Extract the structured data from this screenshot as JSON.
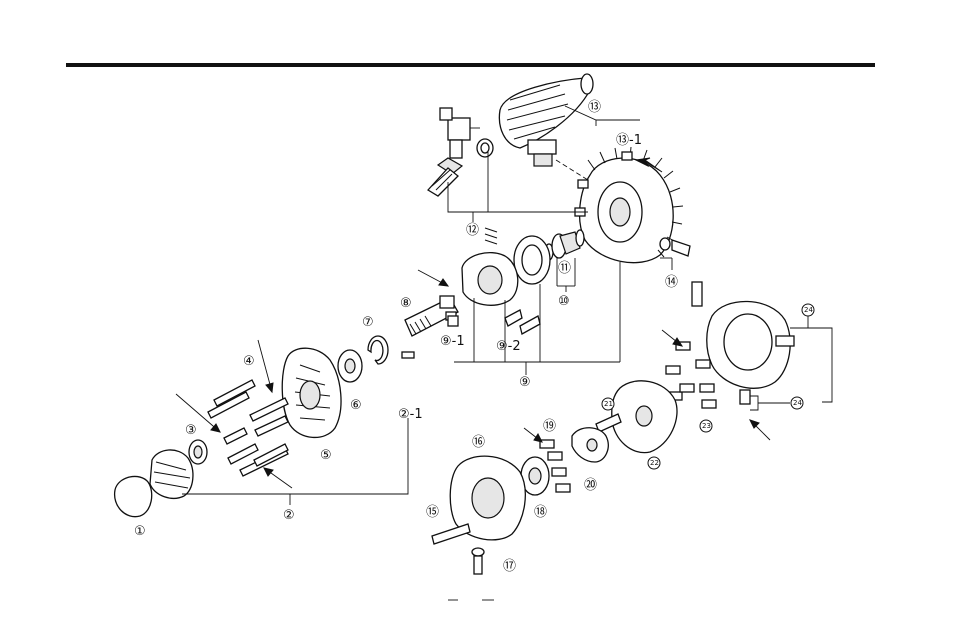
{
  "callouts": {
    "c1": "①",
    "c2": "②",
    "c2_1": "②-1",
    "c3": "③",
    "c4": "④",
    "c5": "⑤",
    "c6": "⑥",
    "c7": "⑦",
    "c8": "⑧",
    "c9": "⑨",
    "c9_1": "⑨-1",
    "c9_2": "⑨-2",
    "c10": "⑩",
    "c11": "⑪",
    "c12": "⑫",
    "c13": "⑬",
    "c13_1": "⑬-1",
    "c14": "⑭",
    "c15": "⑮",
    "c16": "⑯",
    "c17": "⑰",
    "c18": "⑱",
    "c19": "⑲",
    "c20": "⑳",
    "c21": "21",
    "c22": "22",
    "c23": "23",
    "c24a": "24",
    "c24b": "24"
  }
}
